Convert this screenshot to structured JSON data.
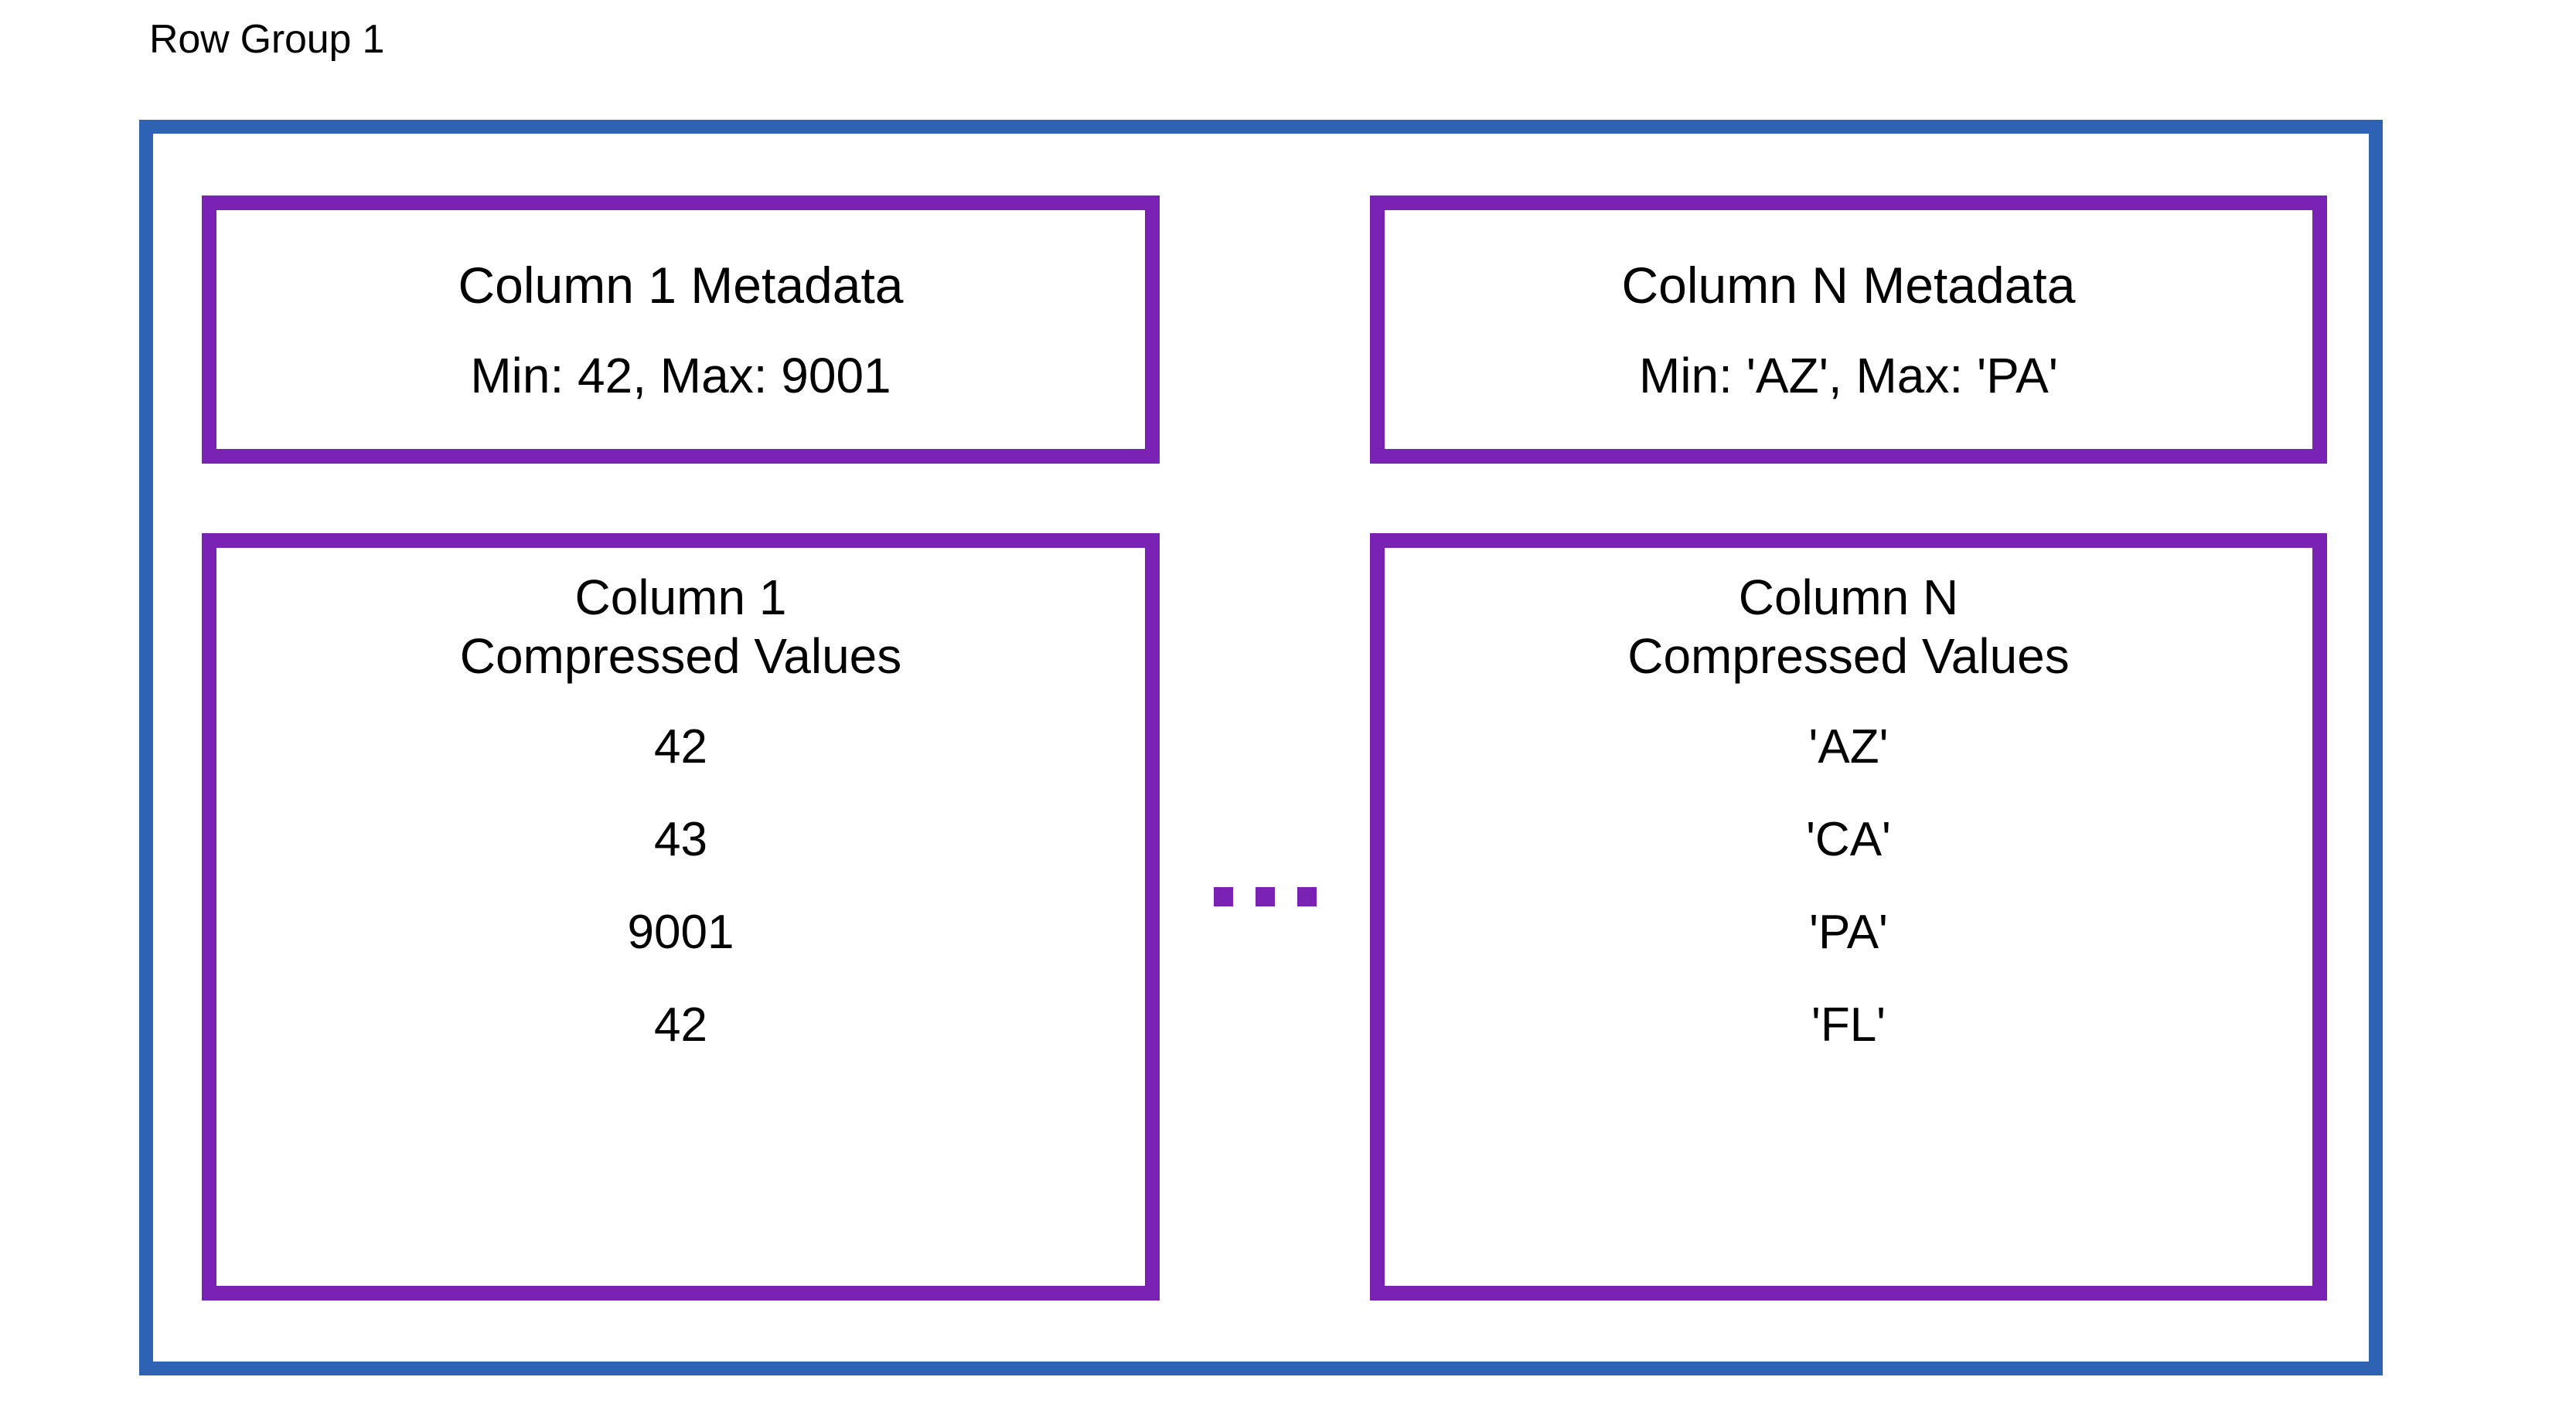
{
  "diagram": {
    "title": "Row Group 1",
    "colors": {
      "row_group_border": "#2E63B4",
      "column_border": "#7A22B4",
      "text": "#000000",
      "background": "#FFFFFF"
    },
    "ellipsis_label": "...",
    "columns": [
      {
        "metadata": {
          "title": "Column 1 Metadata",
          "stats": "Min: 42, Max: 9001"
        },
        "values": {
          "heading_line1": "Column 1",
          "heading_line2": "Compressed Values",
          "items": [
            "42",
            "43",
            "9001",
            "42"
          ]
        }
      },
      {
        "metadata": {
          "title": "Column N Metadata",
          "stats": "Min: 'AZ', Max: 'PA'"
        },
        "values": {
          "heading_line1": "Column N",
          "heading_line2": "Compressed Values",
          "items": [
            "'AZ'",
            "'CA'",
            "'PA'",
            "'FL'"
          ]
        }
      }
    ]
  }
}
